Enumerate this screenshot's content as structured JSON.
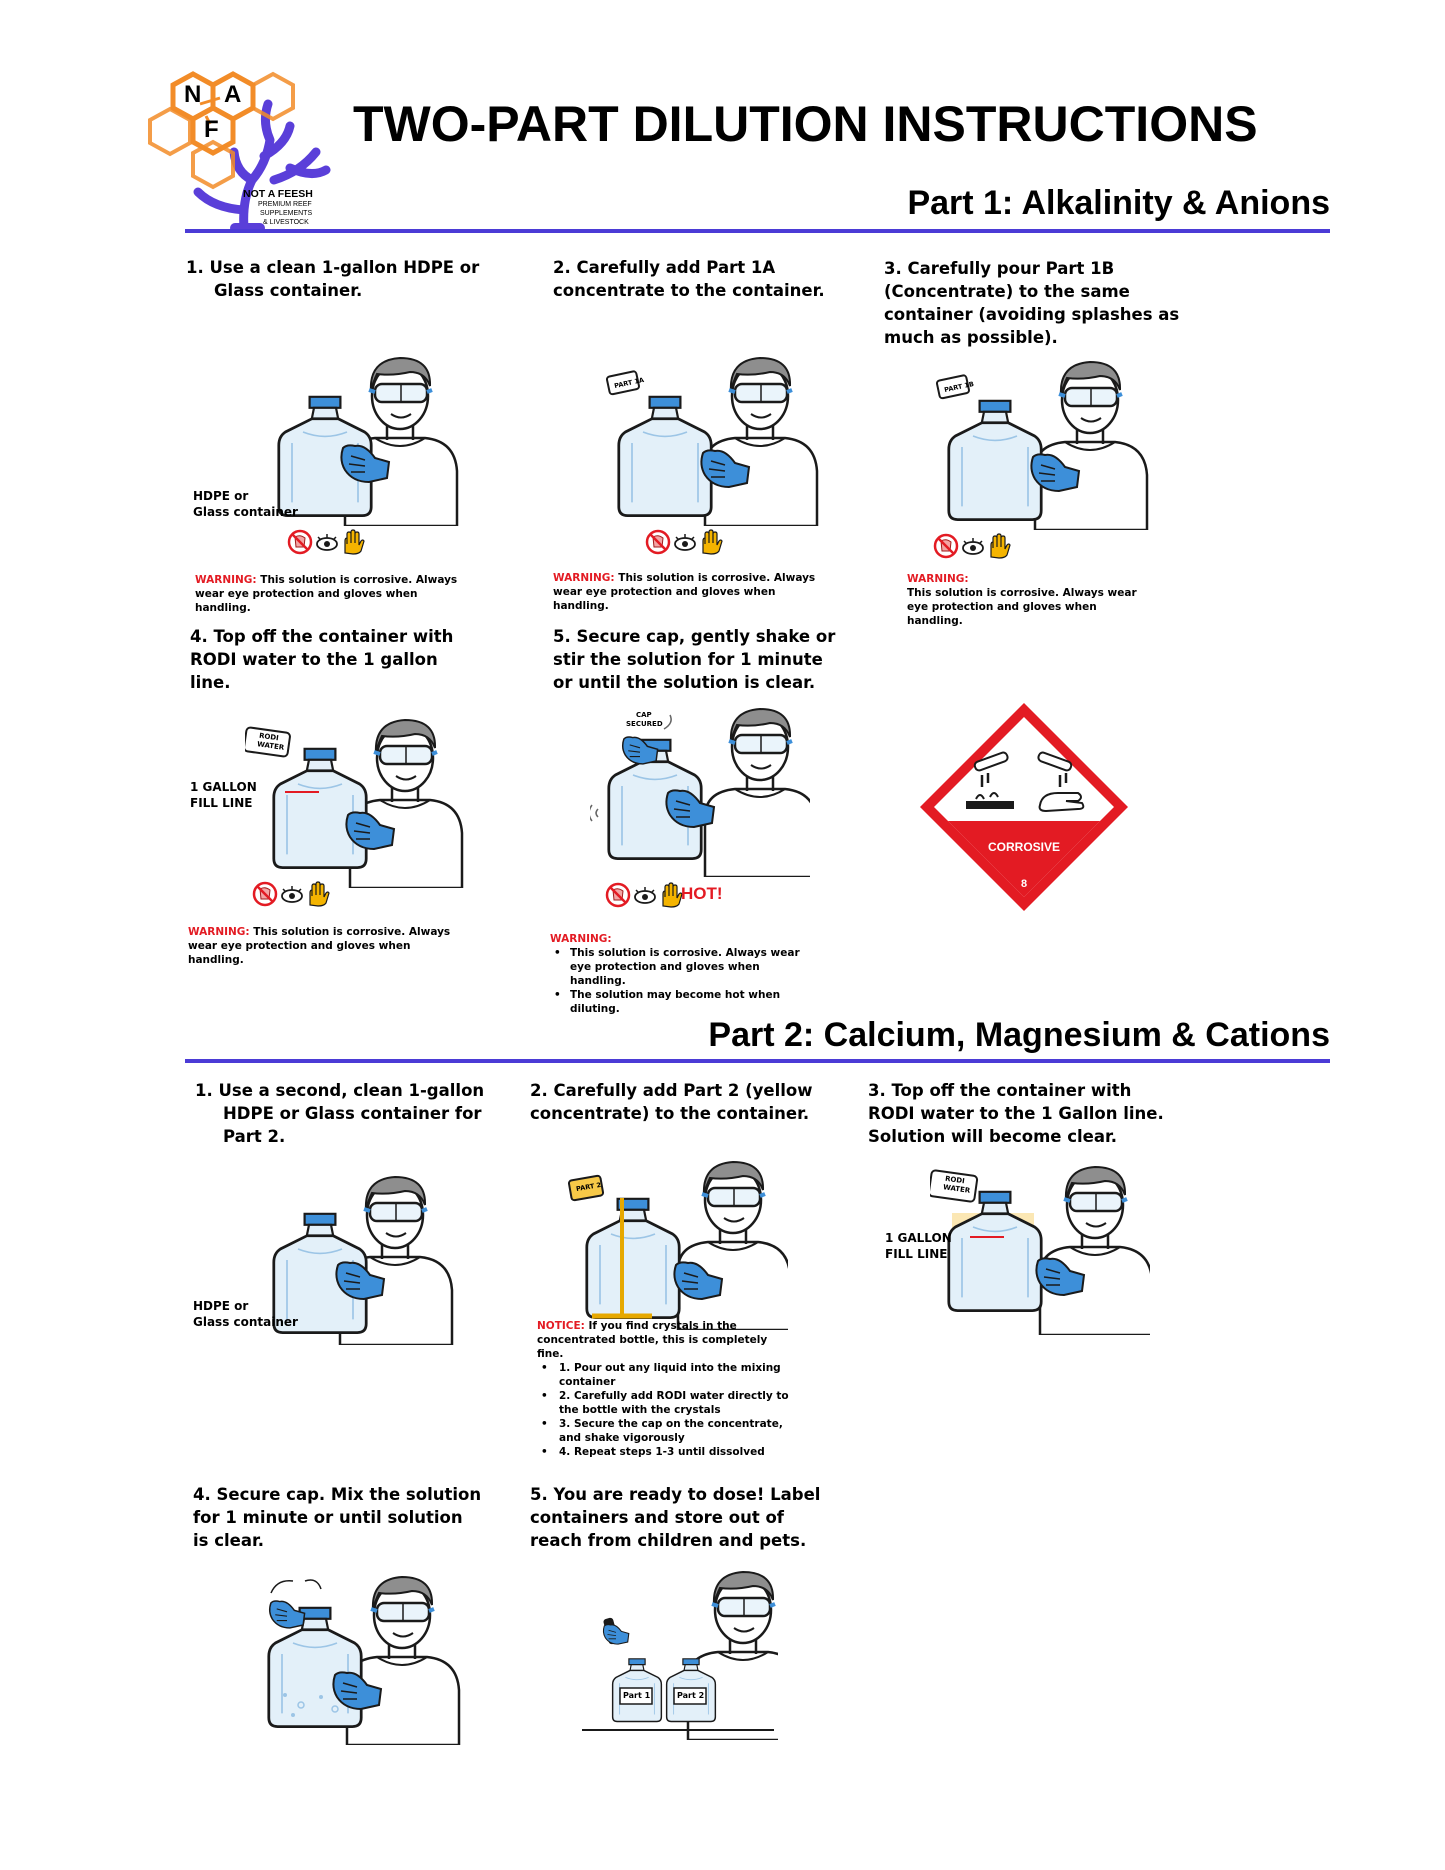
{
  "header": {
    "logo": {
      "letters": [
        "N",
        "A",
        "F"
      ],
      "brand": "NOT A FEESH",
      "tagline_lines": [
        "PREMIUM REEF",
        "SUPPLEMENTS",
        "& LIVESTOCK"
      ]
    },
    "title": "TWO-PART DILUTION INSTRUCTIONS"
  },
  "colors": {
    "accent": "#4b3bd6",
    "warning_red": "#e31b23",
    "glove_blue": "#3d8fd9",
    "honeycomb_orange": "#f28c28",
    "coral_purple": "#5a3fd9"
  },
  "part1": {
    "title": "Part 1: Alkalinity & Anions",
    "steps": [
      {
        "text": "1.  Use a clean 1-gallon HDPE or Glass container.",
        "label_lines": [
          "HDPE or",
          "Glass container"
        ],
        "warning_label": "WARNING:",
        "warning_text": " This solution is corrosive. Always wear eye protection and gloves when handling."
      },
      {
        "text": "2. Carefully add Part 1A concentrate to the container.",
        "bottle_label": "PART 1A",
        "warning_label": "WARNING:",
        "warning_text": " This solution is corrosive. Always wear eye protection and gloves when handling."
      },
      {
        "text": "3. Carefully pour Part 1B (Concentrate) to the same container (avoiding splashes as much as possible).",
        "bottle_label": "PART 1B",
        "warning_label": "WARNING:",
        "warning_text": "This solution is corrosive. Always wear eye protection and gloves when handling."
      },
      {
        "text": "4. Top off the container with RODI water to the 1 gallon line.",
        "bottle_label_lines": [
          "RODI",
          "WATER"
        ],
        "label_lines": [
          "1 GALLON",
          "FILL LINE"
        ],
        "warning_label": "WARNING:",
        "warning_text": " This solution is corrosive. Always wear eye protection and gloves when handling."
      },
      {
        "text": "5. Secure cap, gently shake or stir the solution for 1 minute or until the solution is clear.",
        "cap_label_lines": [
          "CAP",
          "SECURED"
        ],
        "hot_label": "HOT!",
        "warning_label": "WARNING:",
        "warning_items": [
          "This solution is corrosive. Always wear eye protection and gloves when handling.",
          "The solution may become hot when diluting."
        ]
      }
    ],
    "hazard": {
      "text": "CORROSIVE",
      "class_number": "8"
    }
  },
  "part2": {
    "title": "Part 2: Calcium, Magnesium & Cations",
    "steps": [
      {
        "text": "1.  Use a second, clean 1-gallon HDPE or Glass container for Part 2.",
        "label_lines": [
          "HDPE or",
          "Glass container"
        ]
      },
      {
        "text": "2. Carefully add Part 2 (yellow concentrate) to the container.",
        "bottle_label": "PART 2",
        "notice_label": "NOTICE:",
        "notice_text": " If you find crystals in the concentrated bottle, this is completely fine.",
        "notice_items": [
          "1. Pour out any liquid into the mixing container",
          "2. Carefully add RODI water directly to the bottle with the crystals",
          "3. Secure the cap on the concentrate, and shake vigorously",
          "4. Repeat steps 1-3 until dissolved"
        ]
      },
      {
        "text": "3. Top off the container with RODI water to the 1 Gallon line. Solution will become clear.",
        "bottle_label_lines": [
          "RODI",
          "WATER"
        ],
        "label_lines": [
          "1 GALLON",
          "FILL LINE"
        ]
      },
      {
        "text": "4. Secure cap. Mix the solution for 1 minute or until solution is clear."
      },
      {
        "text": "5. You are ready to dose! Label containers and store out of reach from children and pets.",
        "jar_labels": [
          "Part 1",
          "Part 2"
        ]
      }
    ]
  }
}
